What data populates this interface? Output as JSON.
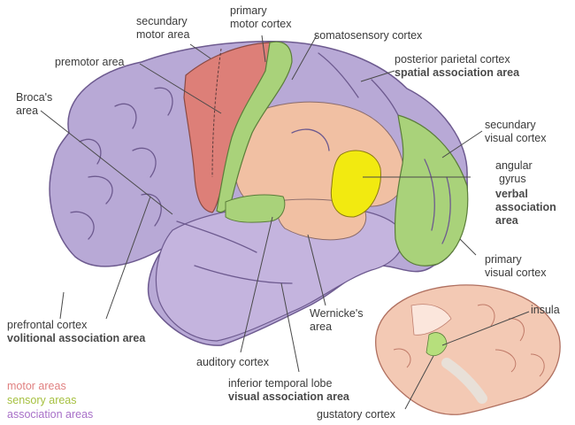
{
  "labels": {
    "secundary_motor_area": [
      "secundary",
      "motor area"
    ],
    "primary_motor_cortex": [
      "primary",
      "motor cortex"
    ],
    "somatosensory_cortex": "somatosensory cortex",
    "premotor_area": "premotor area",
    "posterior_parietal_cortex": "posterior parietal cortex",
    "spatial_association_area": "spatial association area",
    "brocas_area": [
      "Broca's",
      "area"
    ],
    "secundary_visual_cortex": [
      "secundary",
      "visual cortex"
    ],
    "angular_gyrus": [
      "angular",
      "gyrus"
    ],
    "verbal_association_area": [
      "verbal",
      "association",
      "area"
    ],
    "primary_visual_cortex": [
      "primary",
      "visual cortex"
    ],
    "prefrontal_cortex": "prefrontal cortex",
    "volitional_association_area": "volitional association area",
    "wernickes_area": [
      "Wernicke's",
      "area"
    ],
    "insula": "insula",
    "auditory_cortex": "auditory cortex",
    "inferior_temporal_lobe": "inferior temporal lobe",
    "visual_association_area": "visual association area",
    "gustatory_cortex": "gustatory cortex"
  },
  "legend": {
    "items": [
      {
        "text": "motor areas",
        "color": "#e08080"
      },
      {
        "text": "sensory areas",
        "color": "#a6c040"
      },
      {
        "text": "association areas",
        "color": "#a870c8"
      }
    ]
  },
  "colors": {
    "motor": "#dd7f78",
    "sensory": "#a9d27a",
    "association": "#b8a9d6",
    "speech": "#f1c0a3",
    "angular_gyrus": "#f2ea10",
    "inset": "#f3c9b4"
  }
}
